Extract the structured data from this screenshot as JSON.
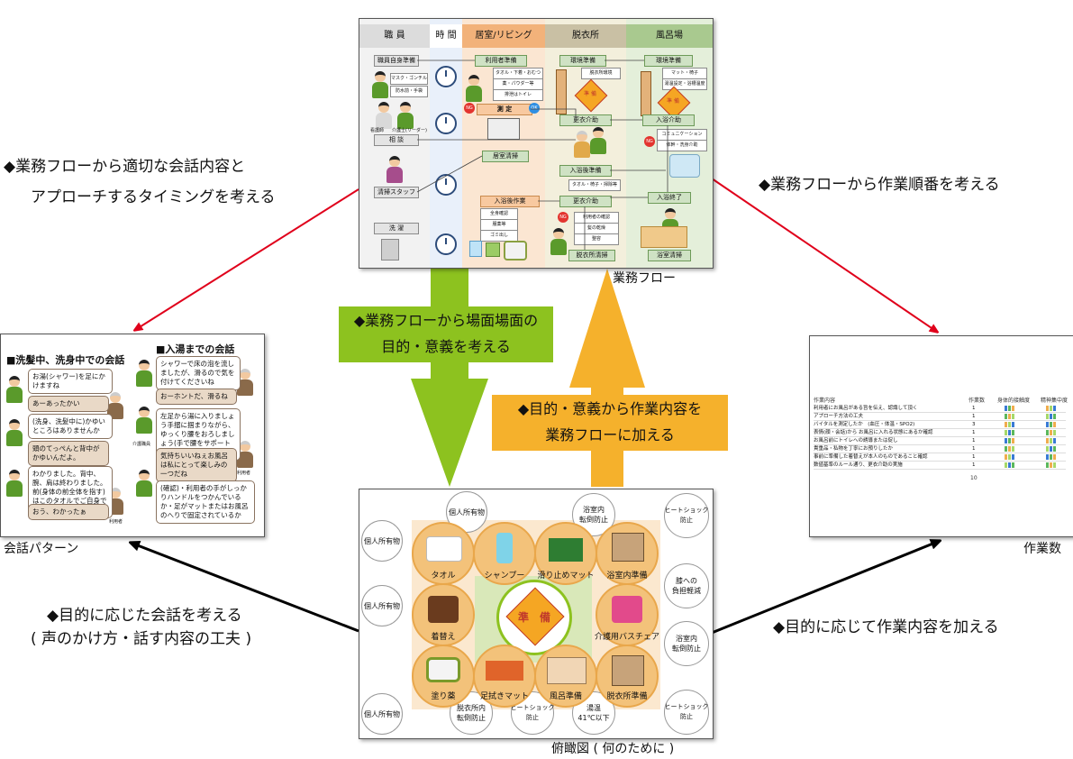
{
  "labels": {
    "top_left_line1": "◆業務フローから適切な会話内容と",
    "top_left_line2": "アプローチするタイミングを考える",
    "top_right": "◆業務フローから作業順番を考える",
    "bottom_left_line1": "◆目的に応じた会話を考える",
    "bottom_left_line2": "( 声のかけ方・話す内容の工夫 )",
    "bottom_right": "◆目的に応じて作業内容を加える",
    "green_arrow_line1": "◆業務フローから場面場面の",
    "green_arrow_line2": "目的・意義を考える",
    "orange_arrow_line1": "◆目的・意義から作業内容を",
    "orange_arrow_line2": "業務フローに加える"
  },
  "captions": {
    "flow": "業務フロー",
    "conversation": "会話パターン",
    "worknum": "作業数",
    "overview": "俯瞰図 ( 何のために )"
  },
  "colors": {
    "red_arrow": "#e0001b",
    "black_arrow": "#000000",
    "green_arrow": "#8dc21f",
    "orange_arrow": "#f5b12c"
  },
  "flow": {
    "col_staff": "職 員",
    "col_time": "時 間",
    "col_room": "居室/リビング",
    "col_dress": "脱衣所",
    "col_bath": "風呂場",
    "staff_prep": "職員自身準備",
    "mask": "マスク・ゴンチル",
    "apron": "防水前・手袋",
    "nurse": "看護師",
    "leader": "介護士(リーダー)",
    "consult": "相 談",
    "cleaner": "清掃スタッフ",
    "laundry": "洗 濯",
    "user_prep": "利用者準備",
    "towel": "タオル・下着・おむつ",
    "shampoo": "薬・パウダー等",
    "toilet": "排泄はトイレ",
    "measure": "測 定",
    "env_prep": "環境準備",
    "dress_items": "脱衣所環境",
    "bath_env": "環境準備",
    "bath_items1": "マット・椅子",
    "bath_items2": "湯温設定・浴槽温度",
    "prep_mark": "準 備",
    "change": "更衣介助",
    "bath_assist": "入浴介助",
    "comm": "コミュニケーション",
    "body_wash": "体幹・洗身介助",
    "room_clean": "居室清掃",
    "after_bath": "入浴後準備",
    "after_items": "タオル・椅子・掃除等",
    "bath_end": "入浴終了",
    "after_work": "入浴後作業",
    "w1": "全身確認",
    "w2": "服薬等",
    "w3": "ゴミ出し",
    "change2": "更衣介助",
    "c1": "利用者の確認",
    "c2": "髪の乾燥",
    "c3": "整容",
    "dress_clean": "脱衣所清掃",
    "bath_clean": "浴室清掃",
    "ng": "NG",
    "ok": "OK"
  },
  "conversation": {
    "title_left": "■洗髪中、洗身中での会話",
    "title_right": "■入湯までの会話",
    "b1": "お湯(シャワー)を足にかけますね",
    "b2": "あーあったかい",
    "b3": "(洗身、洗髪中に)かゆいところはありませんか",
    "b4": "頭のてっぺんと背中がかゆいんだよ。",
    "b5": "わかりました。背中、腕、肩は終わりました。前(身体の前全体を指す)はこのタオルでご自身でお願いしますね。",
    "b6": "おう、わかったぁ",
    "r1": "シャワーで床の泡を流しましたが、滑るので気を付けてくださいね",
    "r2": "おーホントだ、滑るね",
    "r3": "左足から湯に入りましょう手摺に掴まりながら、ゆっくり腰をおろしましょう(手で腰をサポートしながら)",
    "r4": "気持ちいいねぇお風呂は私にとって楽しみの一つだね",
    "r5": "(確認)・利用者の手がしっかりハンドルをつかんでいるか・足がマットまたはお風呂のへりで固定されているか",
    "staff": "介護職員",
    "user": "利用者"
  },
  "worknum": {
    "h_task": "作業内容",
    "h_count": "作業数",
    "h_body": "身体的接触度",
    "h_mental": "精神集中度",
    "rows": [
      {
        "task": "利用者にお風呂がある旨を伝え、認識して頂く",
        "count": "1"
      },
      {
        "task": "アプローチ方法の工夫",
        "count": "1"
      },
      {
        "task": "バイタルを測定したか　(血圧・体温・SPO2)",
        "count": "3"
      },
      {
        "task": "表情(顔・会話)から お風呂に入れる状態にあるか確認",
        "count": "1"
      },
      {
        "task": "お風呂前にトイレへの誘導または促し",
        "count": "1"
      },
      {
        "task": "貴重品・私物を丁寧にお預りしたか",
        "count": "1"
      },
      {
        "task": "事前に準備した着替えが本人のものであること確認",
        "count": "1"
      },
      {
        "task": "数値基準のルール通り、更衣介助の実施",
        "count": "1"
      }
    ],
    "total": "10"
  },
  "overview": {
    "c_personal1": "個人所有物",
    "c_personal2": "個人所有物",
    "c_personal3": "個人所有物",
    "c_personal4": "個人所有物",
    "c_fall1": "浴室内\n転倒防止",
    "c_heat1": "ヒートショック\n防止",
    "c_body": "膝への\n負担軽減",
    "c_fall2": "浴室内\n転倒防止",
    "c_heat2": "ヒートショック\n防止",
    "c_temp": "湯温\n41℃以下",
    "c_heat3": "ヒートショック\n防止",
    "c_fall3": "脱衣所内\n転倒防止",
    "i_towel": "タオル",
    "i_shampoo": "シャンプー",
    "i_mat": "滑り止めマット",
    "i_bathprep": "浴室内準備",
    "i_clothes": "着替え",
    "i_chair": "介護用バスチェア",
    "i_ointment": "塗り薬",
    "i_footmat": "足拭きマット",
    "i_bathready": "風呂準備",
    "i_dressprep": "脱衣所準備",
    "center": "準　備"
  }
}
